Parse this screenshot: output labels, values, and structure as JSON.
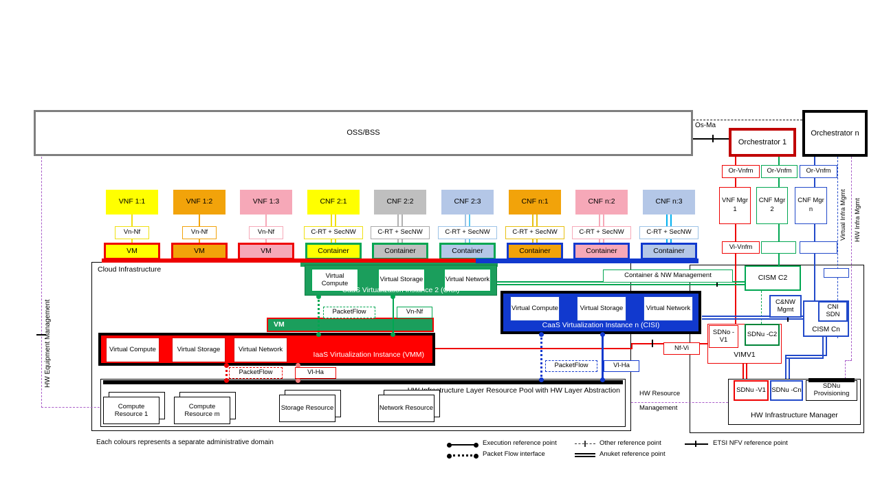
{
  "colors": {
    "red": "#EE0000",
    "orchestrator1_border": "#C00000",
    "salmon": "#F47C7C",
    "green": "#00A651",
    "green_fill": "#1B9E5C",
    "blue": "#2149C9",
    "blue_fill": "#1139CE",
    "cyan": "#00B0F0",
    "purple": "#A85BC8",
    "yellow": "#FFFF00",
    "orange": "#F2A30A",
    "pink": "#F6A8B8",
    "gray_fill": "#BFBFBF",
    "light_blue": "#B4C7E7",
    "oss_border": "#7F7F7F"
  },
  "top": {
    "oss": "OSS/BSS",
    "os_ma": "Os-Ma",
    "orch1": "Orchestrator 1",
    "orchn": "Orchestrator n"
  },
  "columns": [
    {
      "title": "VNF 1:1",
      "iface": "Vn-Nf",
      "runtime": "VM"
    },
    {
      "title": "VNF 1:2",
      "iface": "Vn-Nf",
      "runtime": "VM"
    },
    {
      "title": "VNF 1:3",
      "iface": "Vn-Nf",
      "runtime": "VM"
    },
    {
      "title": "CNF 2:1",
      "iface": "C-RT + SecNW",
      "runtime": "Container"
    },
    {
      "title": "CNF 2:2",
      "iface": "C-RT + SecNW",
      "runtime": "Container"
    },
    {
      "title": "CNF 2:3",
      "iface": "C-RT + SecNW",
      "runtime": "Container"
    },
    {
      "title": "CNF n:1",
      "iface": "C-RT + SecNW",
      "runtime": "Container"
    },
    {
      "title": "CNF n:2",
      "iface": "C-RT + SecNW",
      "runtime": "Container"
    },
    {
      "title": "CNF n:3",
      "iface": "C-RT + SecNW",
      "runtime": "Container"
    }
  ],
  "mgmt": {
    "or_vnfm": "Or-Vnfm",
    "vnf_mgr1": "VNF Mgr 1",
    "cnf_mgr2": "CNF Mgr 2",
    "cnf_mgrn": "CNF Mgr n",
    "vi_vnfm": "Vi-Vnfm",
    "virtual_infra": "Virtual Infra Mgmt",
    "hw_infra": "HW Infra Mgmt",
    "hw_equipment": "HW Equipment Management"
  },
  "cloud": {
    "label": "Cloud Infrastructure",
    "virtual_compute": "Virtual Compute",
    "virtual_storage": "Virtual Storage",
    "virtual_network": "Virtual Network",
    "caas2": "CaaS Virtualization Instance 2 (CISI)",
    "caasn": "CaaS Virtualization Instance n (CISI)",
    "vmm": "IaaS Virtualization Instance (VMM)",
    "vm": "VM",
    "packetflow": "PacketFlow",
    "vn_nf": "Vn-Nf",
    "vl_ha": "Vl-Ha",
    "nf_vi": "Nf-Vi",
    "pool": "HW Infrastructure Layer Resource Pool with HW Layer Abstraction",
    "resources": [
      "Compute Resource 1",
      "Compute Resource m",
      "Storage Resource",
      "Network Resource"
    ]
  },
  "right": {
    "container_nw": "Container & NW Management",
    "cism_c2": "CISM C2",
    "cnw_mgmt": "C&NW Mgmt",
    "cni_sdn": "CNI SDN",
    "cism_cn": "CISM Cn",
    "sdno_v1": "SDNo -V1",
    "sdnu_c2": "SDNu -C2",
    "vimv1": "VIMV1",
    "sdnu_v1": "SDNu -V1",
    "sdnu_cn": "SDNu -Cn",
    "sdnu_prov": "SDNu Provisioning",
    "hwim": "HW Infrastructure Manager",
    "hw_res_1": "HW Resource",
    "hw_res_2": "Management"
  },
  "legend": {
    "note": "Each colours represents a separate administrative domain",
    "execution": "Execution reference point",
    "packet": "Packet Flow interface",
    "other": "Other reference point",
    "anuket": "Anuket reference point",
    "etsi": "ETSI NFV reference point"
  }
}
